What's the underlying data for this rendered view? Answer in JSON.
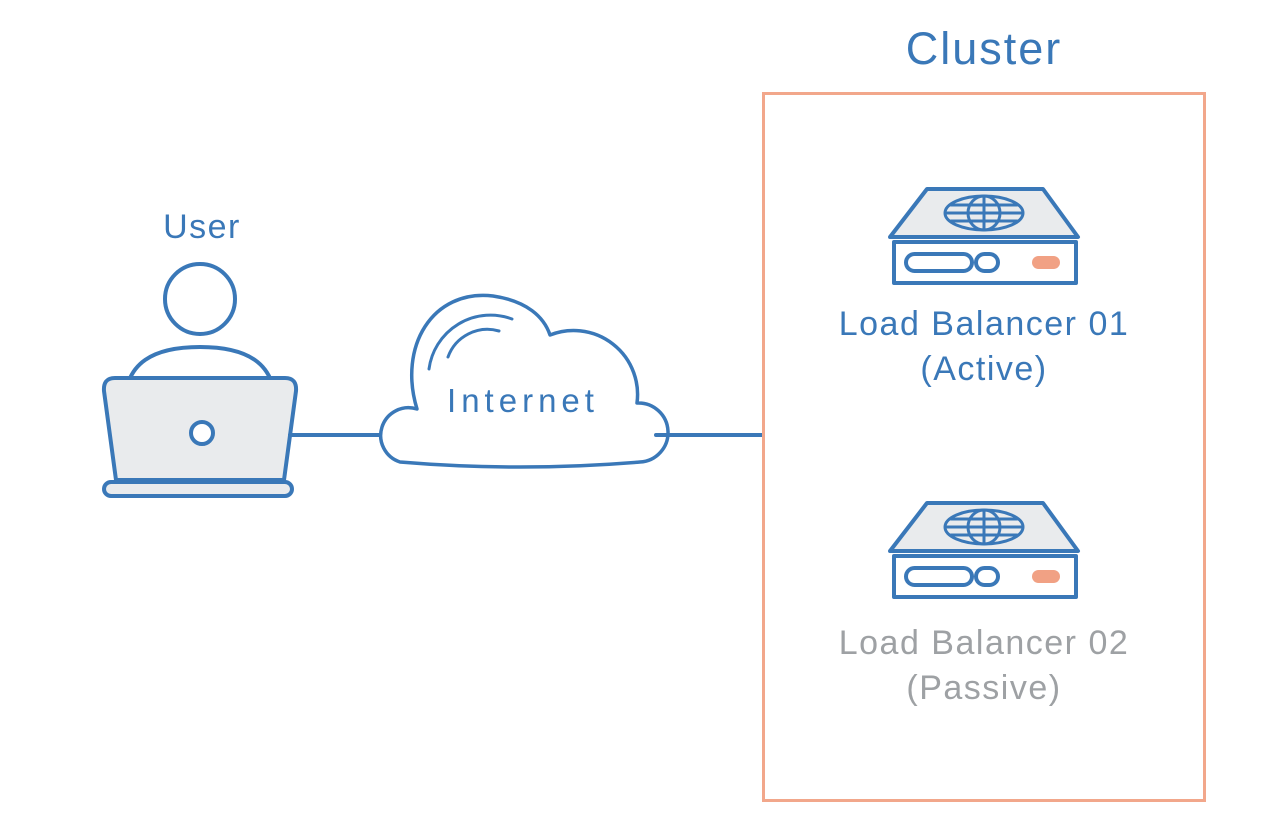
{
  "user": {
    "label": "User"
  },
  "internet": {
    "label": "Internet"
  },
  "cluster": {
    "label": "Cluster",
    "nodes": [
      {
        "name": "Load Balancer 01",
        "state": "(Active)",
        "status": "active"
      },
      {
        "name": "Load Balancer 02",
        "state": "(Passive)",
        "status": "passive"
      }
    ]
  },
  "colors": {
    "blue": "#3a78b8",
    "muted_text": "#9ea1a4",
    "light_fill": "#e9ebed",
    "salmon": "#f2a78b",
    "salmon_fill": "#f1a184",
    "background": "#ffffff"
  }
}
